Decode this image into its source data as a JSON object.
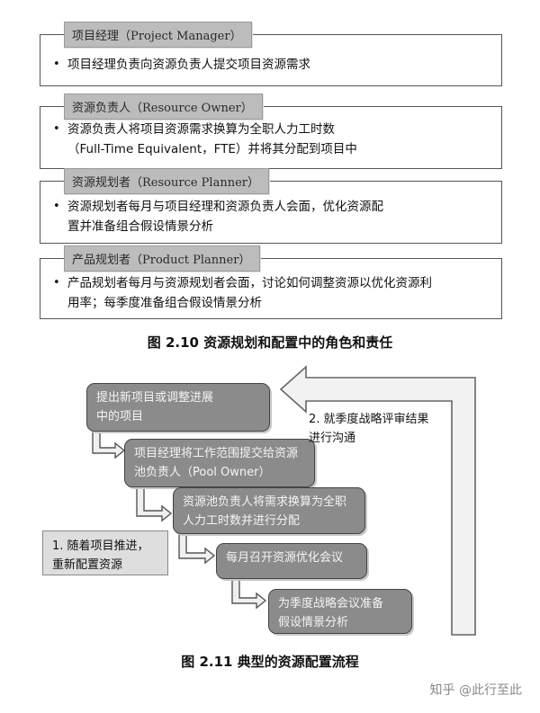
{
  "figure_roles": {
    "roles": [
      {
        "label": "项目经理（Project Manager）",
        "lines": [
          "项目经理负责向资源负责人提交项目资源需求"
        ]
      },
      {
        "label": "资源负责人（Resource Owner）",
        "lines": [
          "资源负责人将项目资源需求换算为全职人力工时数",
          "（Full-Time Equivalent，FTE）并将其分配到项目中"
        ]
      },
      {
        "label": "资源规划者（Resource Planner）",
        "lines": [
          "资源规划者每月与项目经理和资源负责人会面，优化资源配",
          "置并准备组合假设情景分析"
        ]
      },
      {
        "label": "产品规划者（Product Planner）",
        "lines": [
          "产品规划者每月与资源规划者会面，讨论如何调整资源以优化资源利",
          "用率；每季度准备组合假设情景分析"
        ]
      }
    ],
    "caption": "图 2.10    资源规划和配置中的角色和责任"
  },
  "figure_flow": {
    "steps": [
      {
        "lines": [
          "提出新项目或调整进展",
          "中的项目"
        ]
      },
      {
        "lines": [
          "项目经理将工作范围提交给资源",
          "池负责人（Pool Owner）"
        ]
      },
      {
        "lines": [
          "资源池负责人将需求换算为全职",
          "人力工时数并进行分配"
        ]
      },
      {
        "lines": [
          "每月召开资源优化会议"
        ]
      },
      {
        "lines": [
          "为季度战略会议准备",
          "假设情景分析"
        ]
      }
    ],
    "note_left": [
      "1. 随着项目推进，",
      "重新配置资源"
    ],
    "note_right": [
      "2. 就季度战略评审结果",
      "进行沟通"
    ],
    "caption": "图 2.11    典型的资源配置流程"
  },
  "watermark": "知乎 @此行至此",
  "colors": {
    "step_fill": "#8b8b8b",
    "label_fill": "#bcbcbc",
    "note_fill": "#dedede",
    "border": "#555555"
  }
}
